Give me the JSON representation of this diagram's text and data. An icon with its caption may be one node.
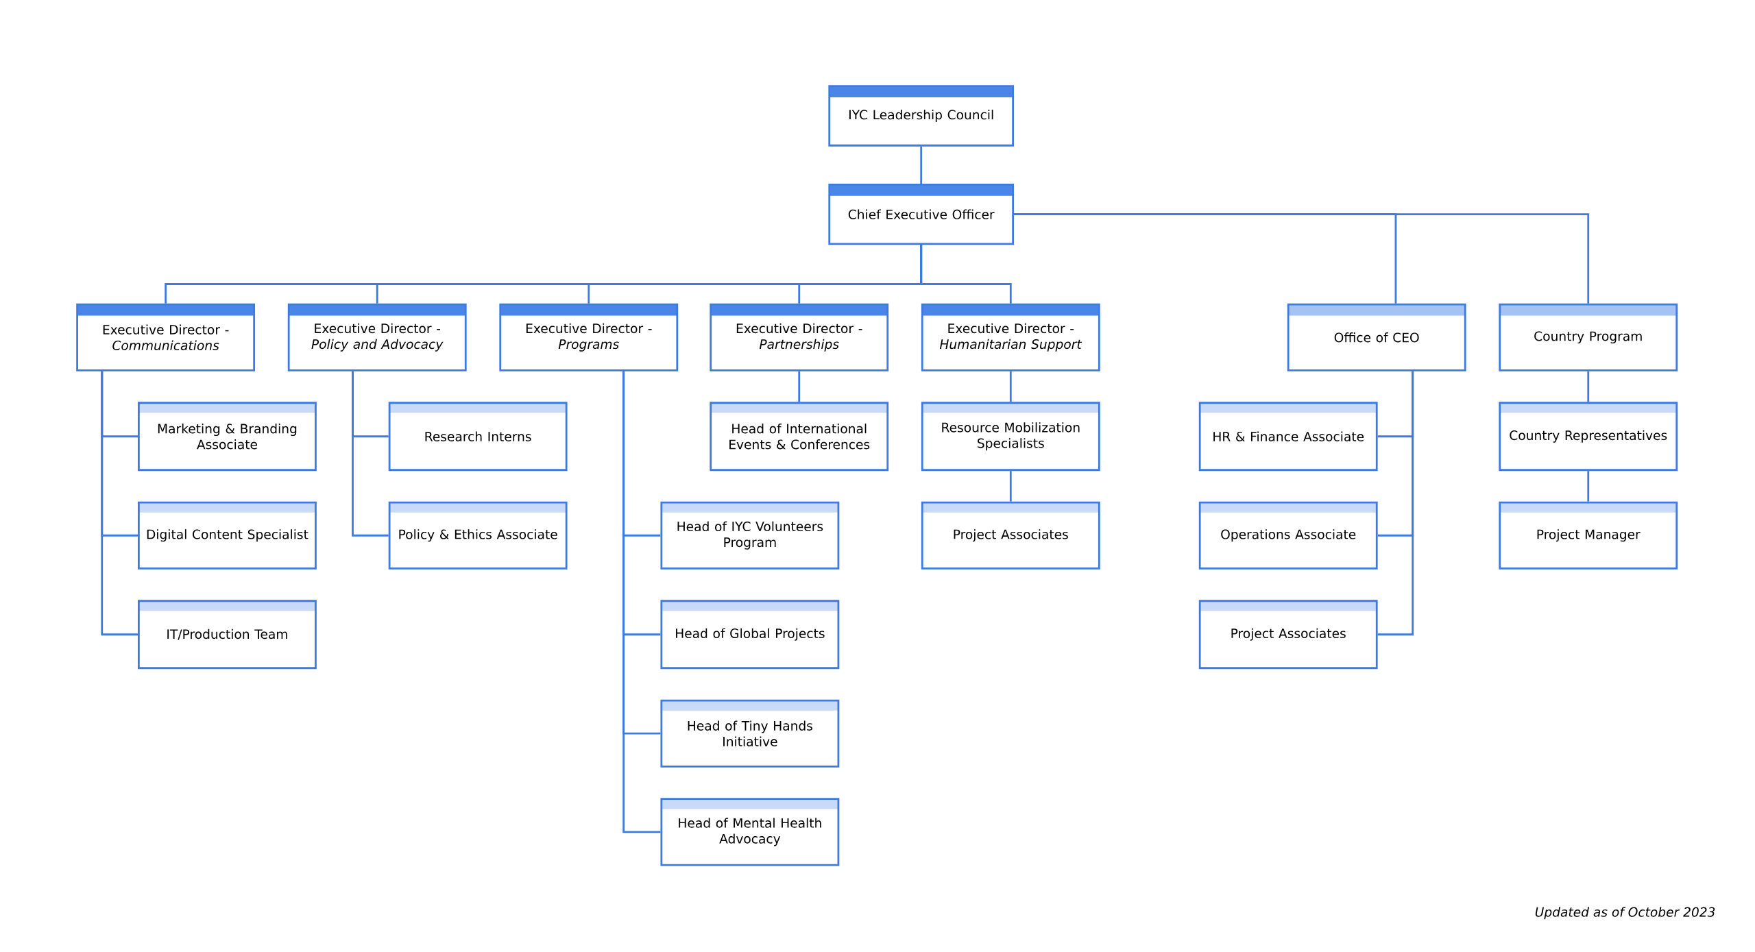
{
  "diagram": {
    "nodes": [
      {
        "text": [
          "IYC Leadership Council"
        ]
      },
      {
        "text": [
          "Chief Executive Officer"
        ]
      },
      {
        "text": [
          "Executive Director - *Communications*"
        ]
      },
      {
        "text": [
          "Executive Director - *Policy and Advocacy*"
        ]
      },
      {
        "text": [
          "Executive Director - *Programs*"
        ]
      },
      {
        "text": [
          "Executive Director - *Partnerships*"
        ]
      },
      {
        "text": [
          "Executive Director - *Humanitarian Support*"
        ]
      },
      {
        "text": [
          "Office of CEO"
        ]
      },
      {
        "text": [
          "Country Program"
        ]
      },
      {
        "text": [
          "Marketing & Branding Associate"
        ]
      },
      {
        "text": [
          "Digital Content Specialist"
        ]
      },
      {
        "text": [
          "IT/Production Team"
        ]
      },
      {
        "text": [
          "Research Interns"
        ]
      },
      {
        "text": [
          "Policy & Ethics Associate"
        ]
      },
      {
        "text": [
          "Head of IYC Volunteers Program"
        ]
      },
      {
        "text": [
          "Head of Global Projects"
        ]
      },
      {
        "text": [
          "Head of Tiny Hands Initiative"
        ]
      },
      {
        "text": [
          "Head of Mental Health Advocacy"
        ]
      },
      {
        "text": [
          "Head of International Events & Conferences"
        ]
      },
      {
        "text": [
          "Resource Mobilization Specialists"
        ]
      },
      {
        "text": [
          "Project Associates"
        ]
      },
      {
        "text": [
          "HR & Finance Associate"
        ]
      },
      {
        "text": [
          "Operations Associate"
        ]
      },
      {
        "text": [
          "Project Associates"
        ]
      },
      {
        "text": [
          "Country Representatives"
        ]
      },
      {
        "text": [
          "Project Manager"
        ]
      }
    ],
    "edges": [
      {
        "from": 0,
        "to": 1,
        "arrow": "none"
      },
      {
        "from": 1,
        "to": 2,
        "arrow": "none"
      },
      {
        "from": 1,
        "to": 3,
        "arrow": "none"
      },
      {
        "from": 1,
        "to": 4,
        "arrow": "none"
      },
      {
        "from": 1,
        "to": 5,
        "arrow": "none"
      },
      {
        "from": 1,
        "to": 6,
        "arrow": "none"
      },
      {
        "from": 1,
        "to": 7,
        "arrow": "none"
      },
      {
        "from": 1,
        "to": 8,
        "arrow": "none"
      },
      {
        "from": 2,
        "to": 9,
        "arrow": "none"
      },
      {
        "from": 2,
        "to": 10,
        "arrow": "none"
      },
      {
        "from": 2,
        "to": 11,
        "arrow": "none"
      },
      {
        "from": 3,
        "to": 12,
        "arrow": "none"
      },
      {
        "from": 3,
        "to": 13,
        "arrow": "none"
      },
      {
        "from": 4,
        "to": 14,
        "arrow": "none"
      },
      {
        "from": 4,
        "to": 15,
        "arrow": "none"
      },
      {
        "from": 4,
        "to": 16,
        "arrow": "none"
      },
      {
        "from": 4,
        "to": 17,
        "arrow": "none"
      },
      {
        "from": 5,
        "to": 18,
        "arrow": "none"
      },
      {
        "from": 6,
        "to": 19,
        "arrow": "none"
      },
      {
        "from": 19,
        "to": 20,
        "arrow": "none"
      },
      {
        "from": 7,
        "to": 21,
        "arrow": "none"
      },
      {
        "from": 7,
        "to": 22,
        "arrow": "none"
      },
      {
        "from": 7,
        "to": 23,
        "arrow": "none"
      },
      {
        "from": 8,
        "to": 24,
        "arrow": "none"
      },
      {
        "from": 24,
        "to": 25,
        "arrow": "none"
      }
    ],
    "labels": [
      "*Updated as of October 2023*"
    ]
  }
}
